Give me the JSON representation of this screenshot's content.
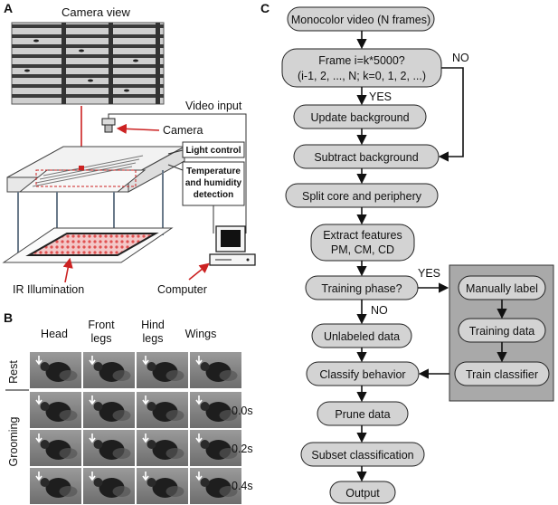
{
  "panels": {
    "a": "A",
    "b": "B",
    "c": "C"
  },
  "panel_a": {
    "camera_view": "Camera view",
    "video_input": "Video input",
    "camera": "Camera",
    "light_control": "Light control",
    "temp_line1": "Temperature",
    "temp_line2": "and humidity",
    "temp_line3": "detection",
    "ir": "IR Illumination",
    "computer": "Computer"
  },
  "panel_b": {
    "col_head": "Head",
    "col_front1": "Front",
    "col_front2": "legs",
    "col_hind1": "Hind",
    "col_hind2": "legs",
    "col_wings": "Wings",
    "row_rest": "Rest",
    "row_grooming": "Grooming",
    "t0": "0.0s",
    "t1": "0.2s",
    "t2": "0.4s"
  },
  "panel_c": {
    "n1": "Monocolor video (N frames)",
    "n2a": "Frame i=k*5000?",
    "n2b": "(i-1, 2, ..., N; k=0, 1, 2, ...)",
    "no1": "NO",
    "yes1": "YES",
    "n3": "Update background",
    "n4": "Subtract background",
    "n5": "Split core and periphery",
    "n6a": "Extract features",
    "n6b": "PM, CM, CD",
    "n7": "Training phase?",
    "yes2": "YES",
    "no2": "NO",
    "n8": "Unlabeled data",
    "n9": "Classify behavior",
    "n10": "Prune data",
    "n11": "Subset classification",
    "n12": "Output",
    "s1": "Manually label",
    "s2": "Training data",
    "s3": "Train classifier"
  },
  "colors": {
    "node_fill": "#d3d3d3",
    "side_panel_fill": "#a9a9a9",
    "red_accent": "#cc2222"
  }
}
